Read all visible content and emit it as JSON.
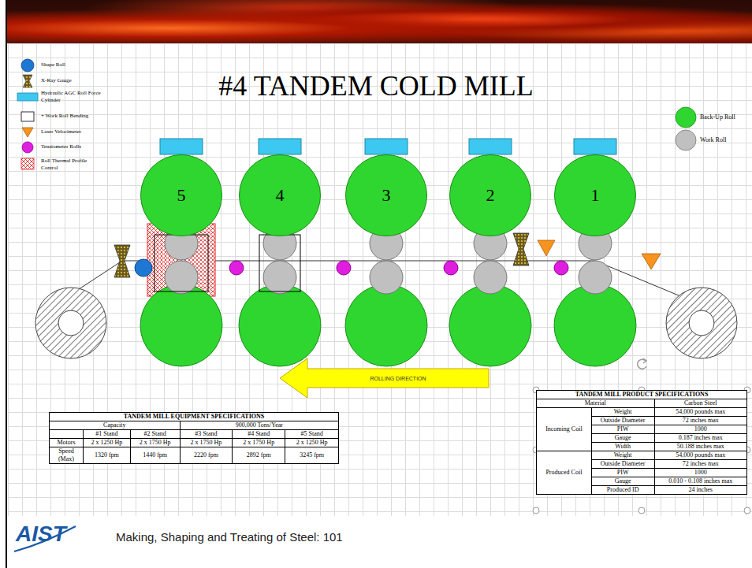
{
  "diagram": {
    "title": "#4 TANDEM COLD MILL",
    "caption": "Making, Shaping and Treating of Steel: 101",
    "nodes": [
      {
        "text": [
          "5"
        ]
      },
      {
        "text": [
          "4"
        ]
      },
      {
        "text": [
          "3"
        ]
      },
      {
        "text": [
          "2"
        ]
      },
      {
        "text": [
          "1"
        ]
      },
      {
        "text": [
          "ROLLING DIRECTION"
        ]
      }
    ],
    "labels": [
      "TANDEM MILL EQUIPMENT SPECIFICATIONS",
      "Capacity",
      "900,000 Tons/Year",
      "#1 Stand",
      "#2 Stand",
      "#3 Stand",
      "#4 Stand",
      "#5 Stand",
      "Motors",
      "2 x 1250 Hp",
      "2 x 1750 Hp",
      "2 x 1750 Hp",
      "2 x 1750 Hp",
      "2 x 1250 Hp",
      "Speed (Max)",
      "1320 fpm",
      "1440 fpm",
      "2220 fpm",
      "2892 fpm",
      "3245 fpm",
      "TANDEM MILL PRODUCT SPECIFICATIONS",
      "Material",
      "Carbon Steel",
      "Incoming Coil",
      "Weight",
      "54,000 pounds max",
      "Outside Diameter",
      "72 inches max",
      "PIW",
      "1000",
      "Gauge",
      "0.187 inches max",
      "Width",
      "50.188 inches max",
      "Produced Coil",
      "Weight",
      "54,000 pounds max",
      "Outside Diameter",
      "72 inches max",
      "PIW",
      "1000",
      "Gauge",
      "0.010 - 0.108 inches max",
      "Produced ID",
      "24 inches",
      "AIST"
    ],
    "legend": [
      {
        "text": "Shape Roll",
        "color": "#1f77d4"
      },
      {
        "text": "X-Ray Gauge"
      },
      {
        "text": "Hydraulic AGC Roll Force Cylinder",
        "color": "#3cc8f0"
      },
      {
        "text": "+ Work Roll Bending"
      },
      {
        "text": "Laser Velocimeter",
        "color": "#f7941d"
      },
      {
        "text": "Tensiometer Rolls",
        "color": "#e01ee0"
      },
      {
        "text": "Roll Thermal Profile Control"
      },
      {
        "text": "Back-Up Roll",
        "color": "#2fd62f"
      },
      {
        "text": "Work Roll",
        "color": "#c0c0c0"
      }
    ]
  }
}
